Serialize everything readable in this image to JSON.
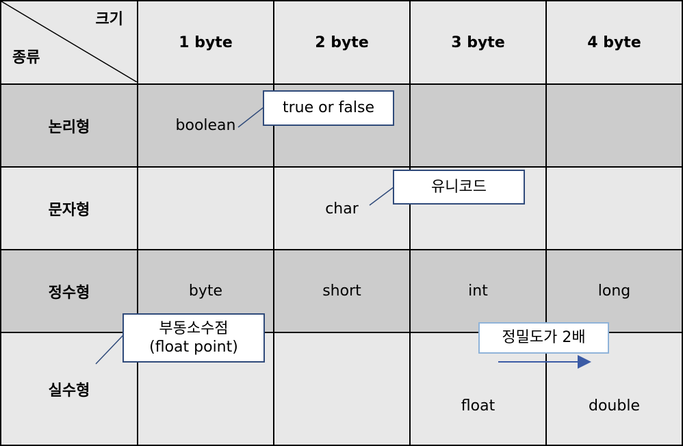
{
  "corner": {
    "size_label": "크기",
    "kind_label": "종류"
  },
  "columns": [
    "1 byte",
    "2 byte",
    "3 byte",
    "4 byte"
  ],
  "rows": [
    {
      "kind": "논리형",
      "cells": [
        "boolean",
        "",
        "",
        ""
      ]
    },
    {
      "kind": "문자형",
      "cells": [
        "",
        "char",
        "",
        ""
      ]
    },
    {
      "kind": "정수형",
      "cells": [
        "byte",
        "short",
        "int",
        "long"
      ]
    },
    {
      "kind": "실수형",
      "cells": [
        "",
        "",
        "float",
        "double"
      ]
    }
  ],
  "callouts": {
    "boolean_note": "true or false",
    "char_note": "유니코드",
    "float_note_line1": "부동소수점",
    "float_note_line2": "(float point)",
    "precision_note": "정밀도가 2배"
  },
  "colors": {
    "light_cell": "#e8e8e8",
    "dark_cell": "#cccccc",
    "callout_border": "#2f4a7a",
    "precision_border": "#8fb3d9",
    "arrow": "#3b5ba5"
  }
}
